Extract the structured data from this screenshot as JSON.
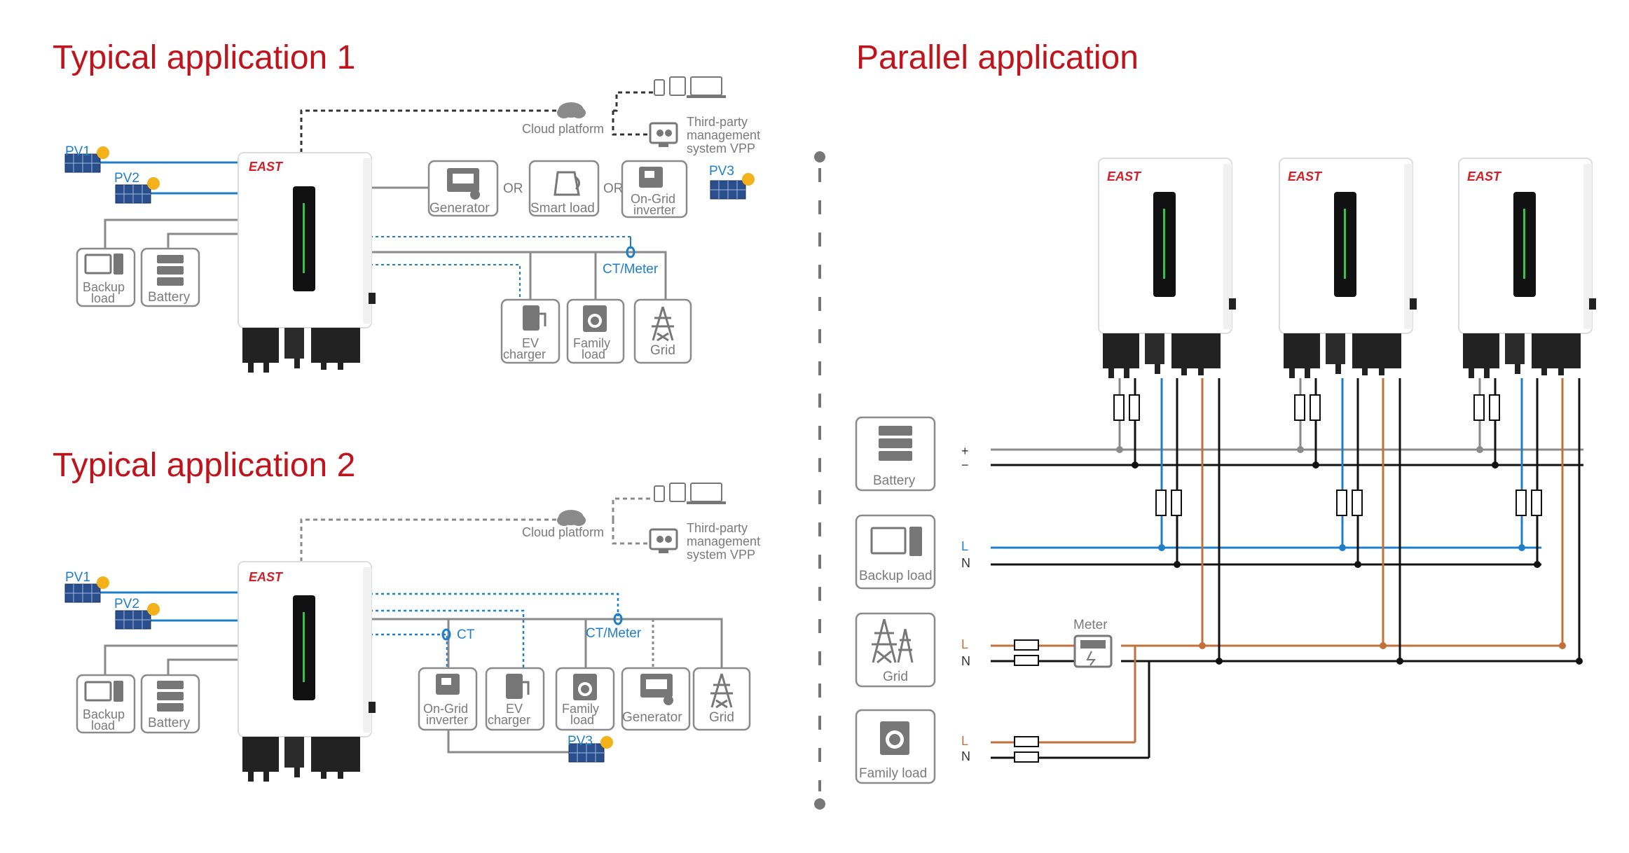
{
  "titles": {
    "app1": "Typical application 1",
    "app2": "Typical application 2",
    "parallel": "Parallel application"
  },
  "brand": "EAST",
  "app1": {
    "pv1": "PV1",
    "pv2": "PV2",
    "pv3": "PV3",
    "cloud": "Cloud platform",
    "third_party": [
      "Third-party",
      "management",
      "system VPP"
    ],
    "generator": "Generator",
    "or": "OR",
    "smart_load": "Smart load",
    "ongrid": [
      "On-Grid",
      "inverter"
    ],
    "ct_meter": "CT/Meter",
    "backup": [
      "Backup",
      "load"
    ],
    "battery": "Battery",
    "ev": [
      "EV",
      "charger"
    ],
    "family": [
      "Family",
      "load"
    ],
    "grid": "Grid"
  },
  "app2": {
    "pv1": "PV1",
    "pv2": "PV2",
    "pv3": "PV3",
    "cloud": "Cloud platform",
    "third_party": [
      "Third-party",
      "management",
      "system VPP"
    ],
    "ct": "CT",
    "ct_meter": "CT/Meter",
    "backup": [
      "Backup",
      "load"
    ],
    "battery": "Battery",
    "ongrid": [
      "On-Grid",
      "inverter"
    ],
    "ev": [
      "EV",
      "charger"
    ],
    "family": [
      "Family",
      "load"
    ],
    "generator": "Generator",
    "grid": "Grid"
  },
  "parallel": {
    "battery": "Battery",
    "backup": "Backup load",
    "grid": "Grid",
    "family": "Family load",
    "plus": "+",
    "minus": "−",
    "L": "L",
    "N": "N",
    "meter": "Meter"
  },
  "colors": {
    "title": "#c0141c",
    "dc_blue": "#1e7fc8",
    "ac_brown": "#c0703a",
    "line_gray": "#8a8a8a",
    "black": "#111111"
  }
}
